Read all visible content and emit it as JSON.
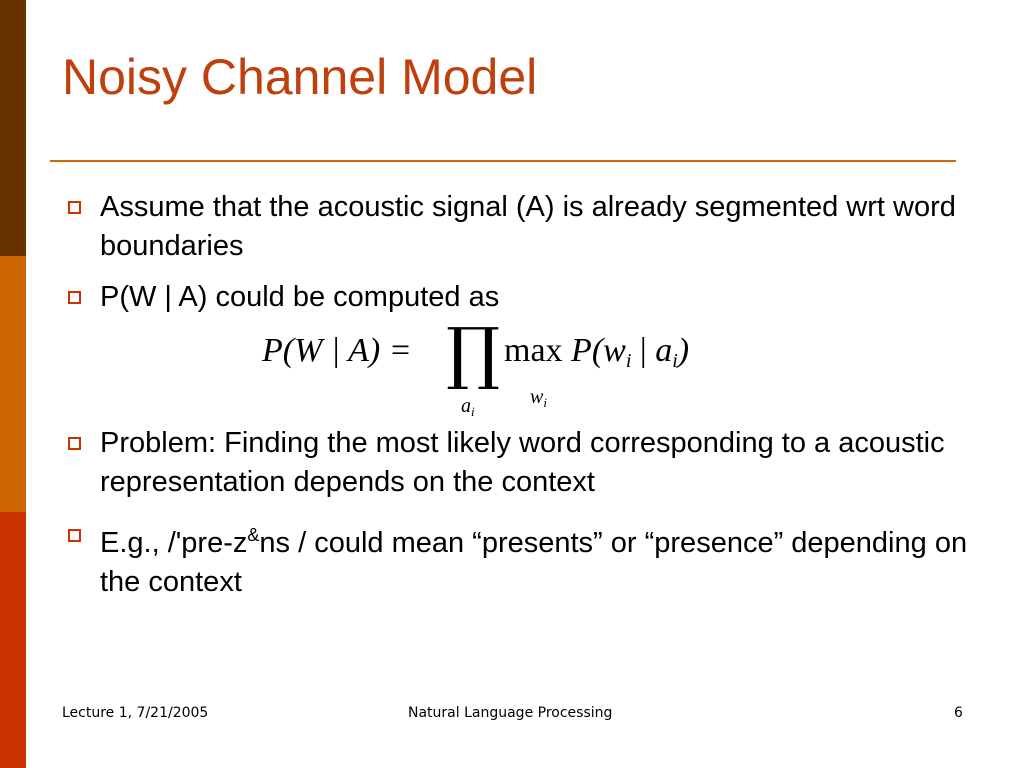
{
  "slide": {
    "title": "Noisy Channel Model",
    "bullets": [
      "Assume that the acoustic signal (A) is already segmented wrt word boundaries",
      "P(W | A) could be computed as",
      "Problem: Finding the most likely word corresponding to a acoustic representation depends on the context"
    ],
    "bullet4": {
      "part1": "E.g., /'pre-z",
      "sup": "&",
      "part2": "ns / could mean “presents” or “presence” depending on the context"
    },
    "formula": {
      "lhs": "P(W | A) =",
      "max": "max",
      "rhs_p": "P(",
      "rhs_w": "w",
      "rhs_bar": " | ",
      "rhs_a": "a",
      "rhs_close": ")",
      "sub_i": "i",
      "prod_symbol": "∏",
      "prod_under_var": "a",
      "max_under_var": "w"
    }
  },
  "footer": {
    "left": "Lecture 1, 7/21/2005",
    "center": "Natural Language Processing",
    "page": "6"
  },
  "colors": {
    "title": "#c0400d",
    "rule": "#d0670f",
    "bar_top": "#663300",
    "bar_mid": "#cc6600",
    "bar_bottom": "#cc3300",
    "bullet": "#cc3300"
  }
}
